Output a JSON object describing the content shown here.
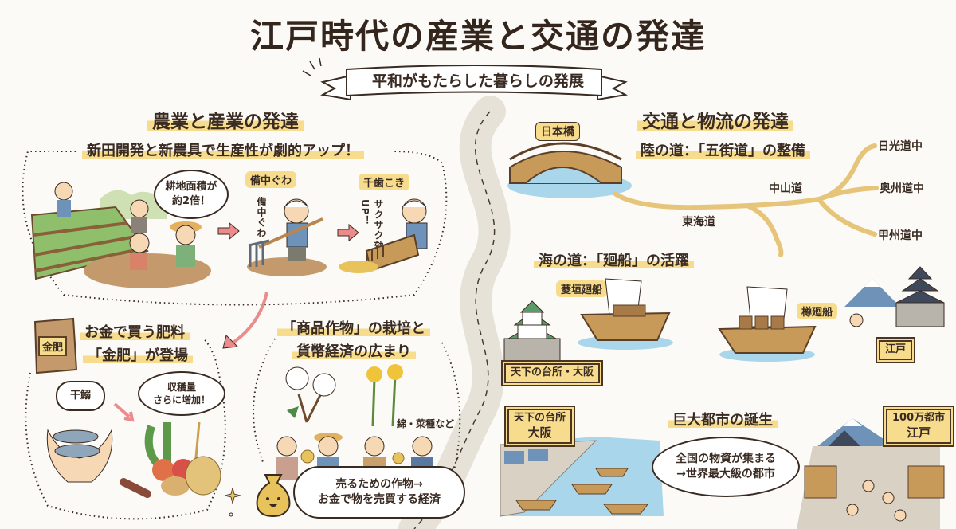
{
  "title": "江戸時代の産業と交通の発達",
  "ribbon": "平和がもたらした暮らしの発展",
  "agriculture": {
    "heading": "農業と産業の発達",
    "subheading": "新田開発と新農具で生産性が劇的アップ！",
    "bubble": "耕地面積が\n約2倍！",
    "tool1_label": "備中ぐわ",
    "tool1_vertical": "備中ぐわ",
    "tool2_label": "千歯こき",
    "tool2_vertical": "サクサク効率UP！"
  },
  "fertilizer": {
    "bag_label": "金肥",
    "heading_line1": "お金で買う肥料",
    "heading_line2": "「金肥」が登場",
    "bubble_fish": "干鰯",
    "bubble_harvest": "収穫量\nさらに増加！"
  },
  "cash_crops": {
    "heading_line1": "「商品作物」の栽培と",
    "heading_line2": "貨幣経済の広まり",
    "crops_label": "綿・菜種など",
    "bubble": "売るための作物→\nお金で物を売買する経済"
  },
  "transport": {
    "heading": "交通と物流の発達",
    "bridge_label": "日本橋",
    "land_heading": "陸の道：「五街道」の整備",
    "roads": [
      "東海道",
      "中山道",
      "日光道中",
      "奥州道中",
      "甲州道中"
    ],
    "sea_heading": "海の道：「廻船」の活躍",
    "ship1": "菱垣廻船",
    "ship2": "樽廻船",
    "osaka_sign": "天下の台所・大阪",
    "edo_sign": "江戸"
  },
  "cities": {
    "heading": "巨大都市の誕生",
    "osaka_sign_line1": "天下の台所",
    "osaka_sign_line2": "大阪",
    "edo_sign_line1": "100万都市",
    "edo_sign_line2": "江戸",
    "bubble": "全国の物資が集まる\n→世界最大級の都市"
  },
  "colors": {
    "highlight": "#f6dc8c",
    "ink": "#3a2b22",
    "road": "#e6c57a",
    "water": "#a9d6ea",
    "arrow": "#eb8c8c"
  }
}
